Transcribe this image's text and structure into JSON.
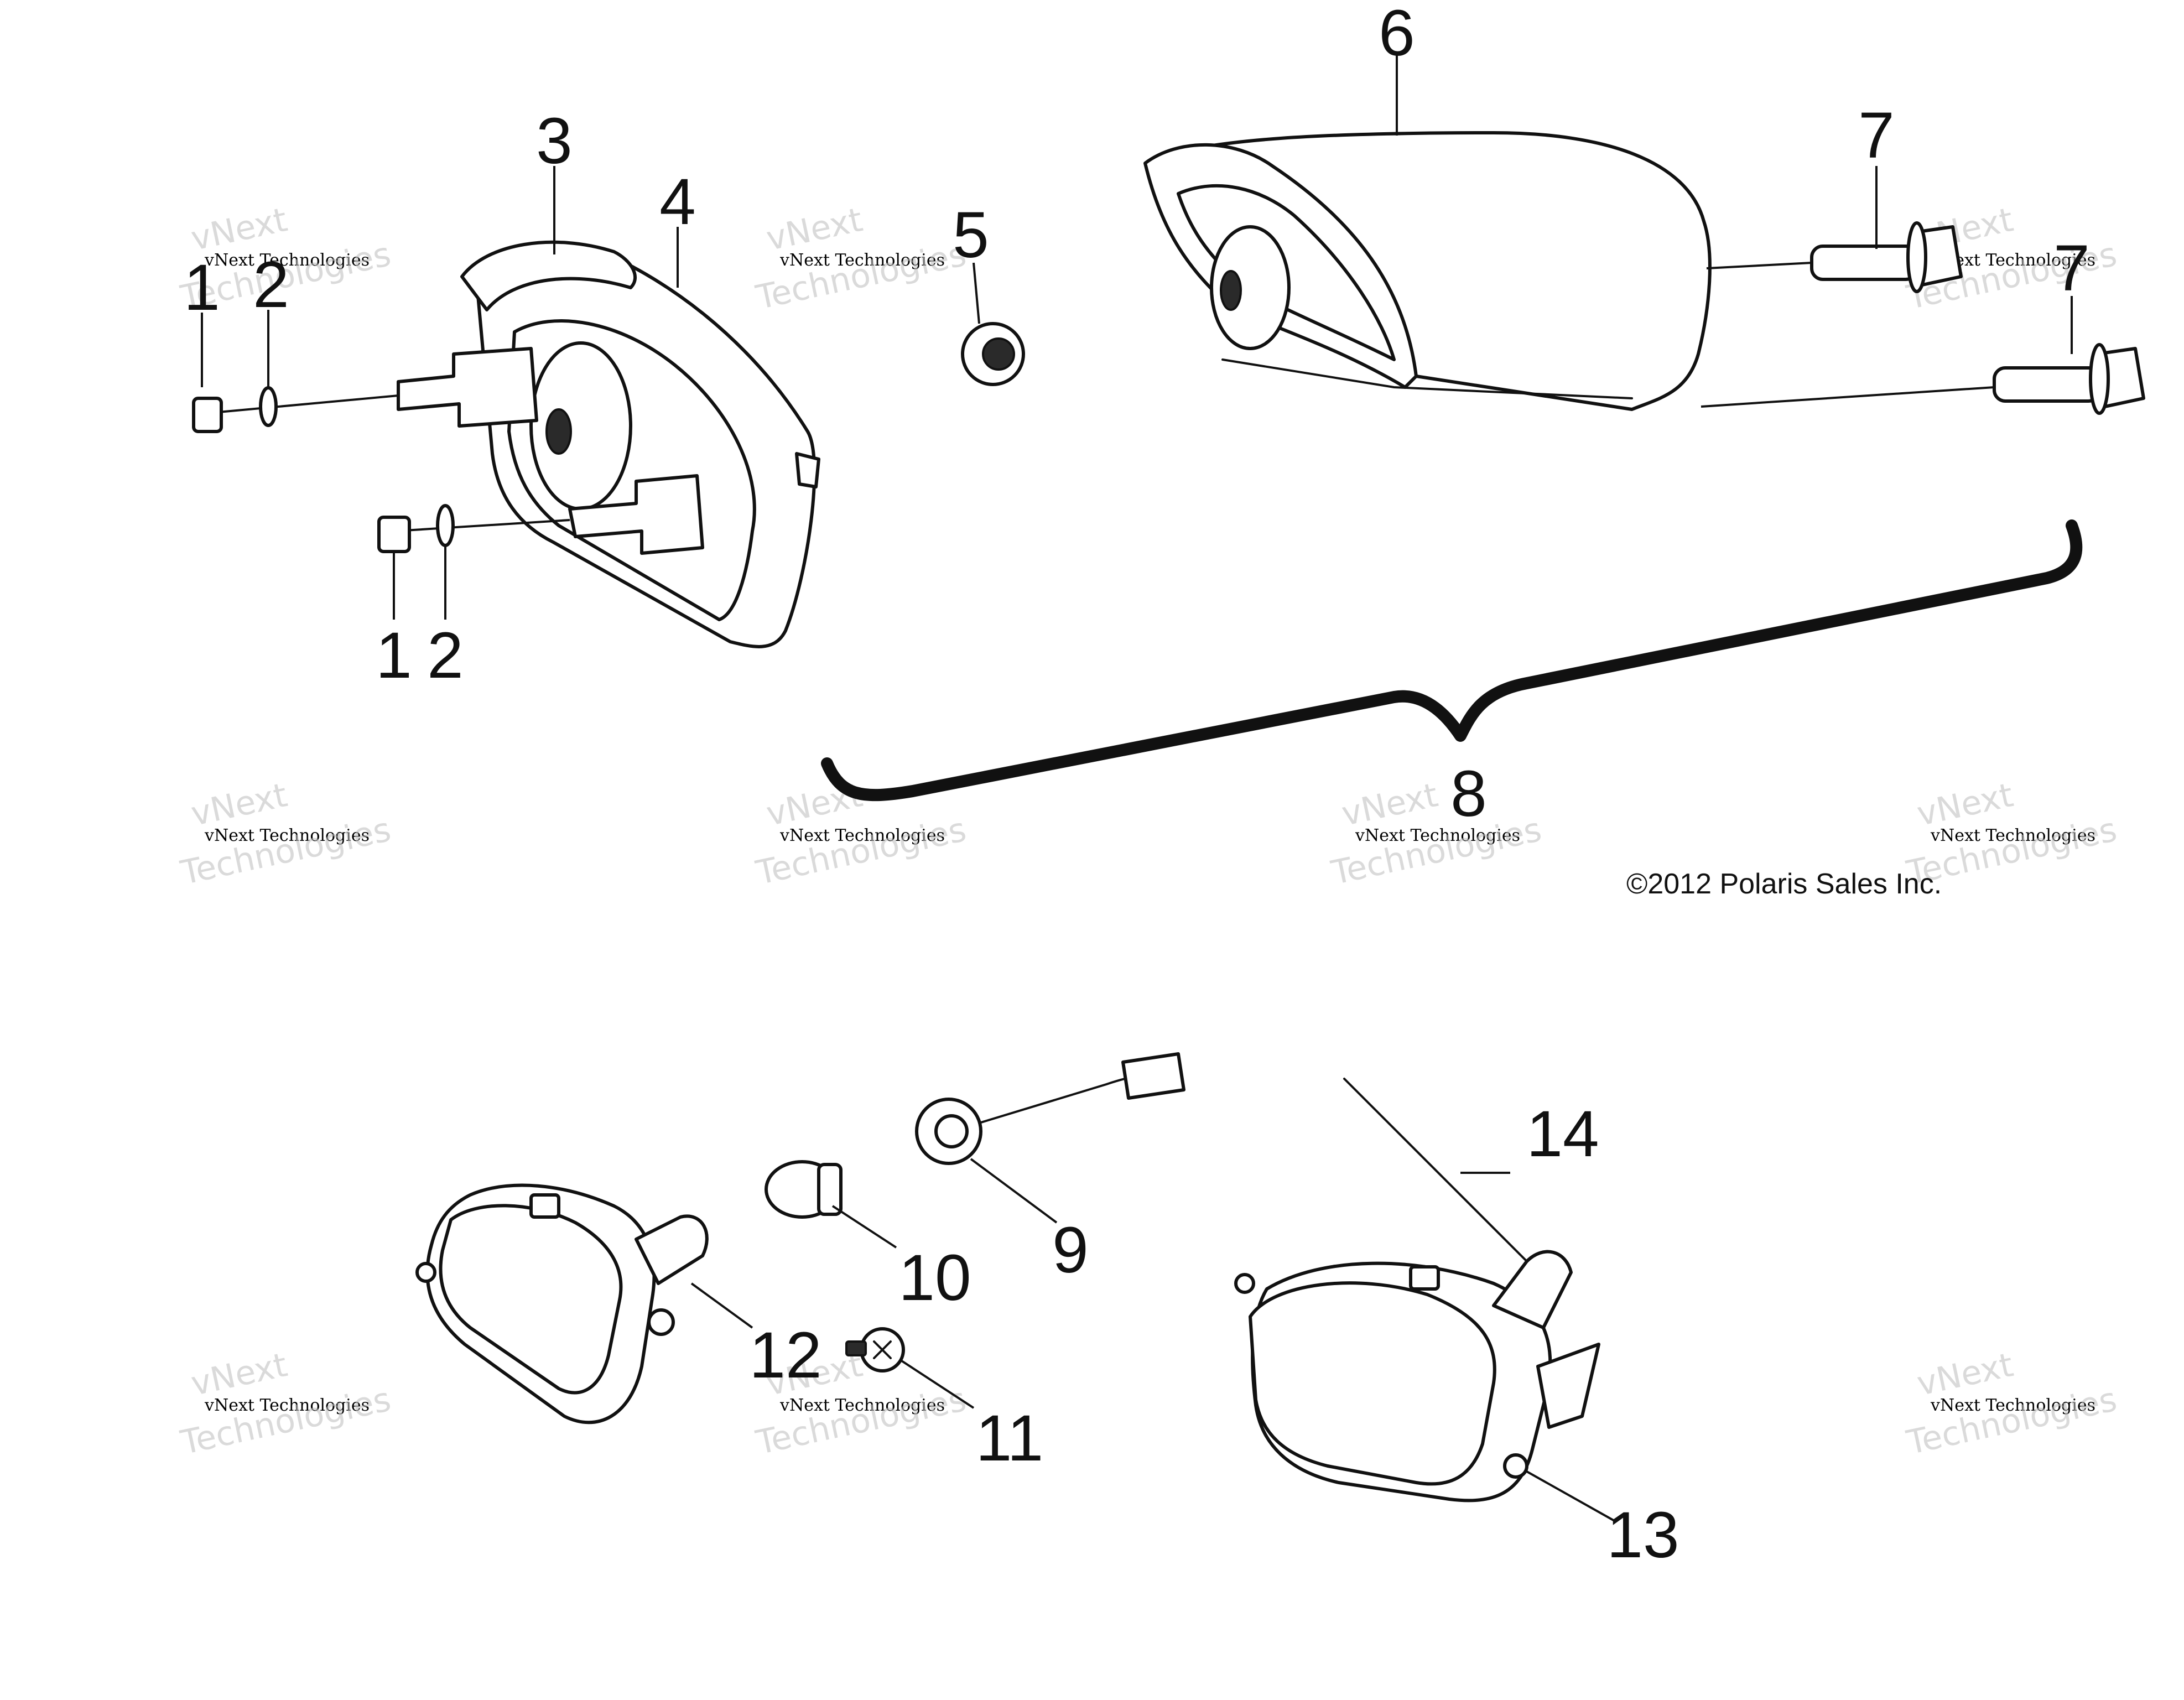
{
  "callouts": {
    "c1a": "1",
    "c2a": "2",
    "c1b": "1",
    "c2b": "2",
    "c3": "3",
    "c4": "4",
    "c5": "5",
    "c6": "6",
    "c7a": "7",
    "c7b": "7",
    "c8": "8",
    "c9": "9",
    "c10": "10",
    "c11": "11",
    "c12": "12",
    "c13": "13",
    "c14": "14"
  },
  "watermark": {
    "line_small": "vNext Technologies",
    "line_big_1": "vNext",
    "line_big_2": "Technologies"
  },
  "copyright": "©2012 Polaris Sales Inc."
}
